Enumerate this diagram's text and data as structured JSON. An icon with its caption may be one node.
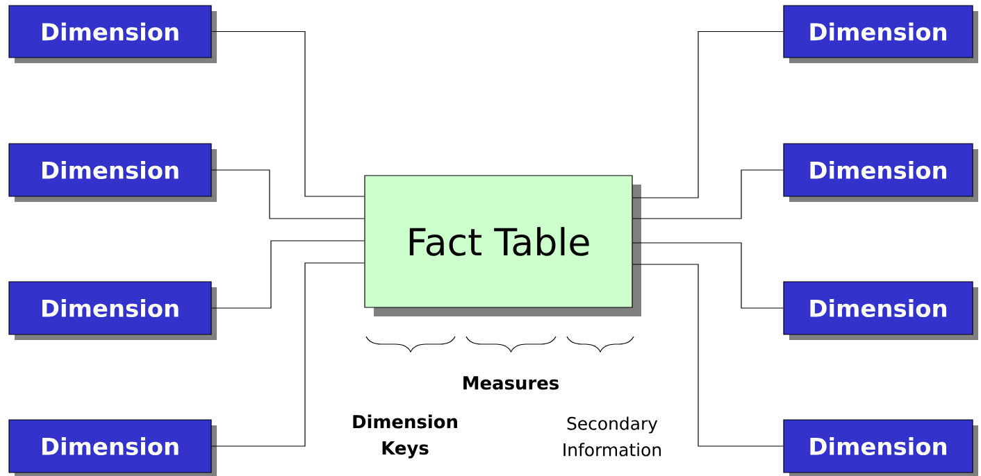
{
  "diagram": {
    "nodes": [
      {
        "text": [
          "Dimension"
        ]
      },
      {
        "text": [
          "Dimension"
        ]
      },
      {
        "text": [
          "Dimension"
        ]
      },
      {
        "text": [
          "Dimension"
        ]
      },
      {
        "text": [
          "Dimension"
        ]
      },
      {
        "text": [
          "Dimension"
        ]
      },
      {
        "text": [
          "Dimension"
        ]
      },
      {
        "text": [
          "Dimension"
        ]
      },
      {
        "text": [
          "Fact Table"
        ]
      }
    ],
    "edges": [
      {
        "from": 0,
        "to": 8,
        "arrow": "none"
      },
      {
        "from": 1,
        "to": 8,
        "arrow": "none"
      },
      {
        "from": 2,
        "to": 8,
        "arrow": "none"
      },
      {
        "from": 3,
        "to": 8,
        "arrow": "none"
      },
      {
        "from": 4,
        "to": 8,
        "arrow": "none"
      },
      {
        "from": 5,
        "to": 8,
        "arrow": "none"
      },
      {
        "from": 6,
        "to": 8,
        "arrow": "none"
      },
      {
        "from": 7,
        "to": 8,
        "arrow": "none"
      }
    ],
    "labels": [
      "Measures",
      "Dimension Keys",
      "Secondary Information"
    ]
  }
}
